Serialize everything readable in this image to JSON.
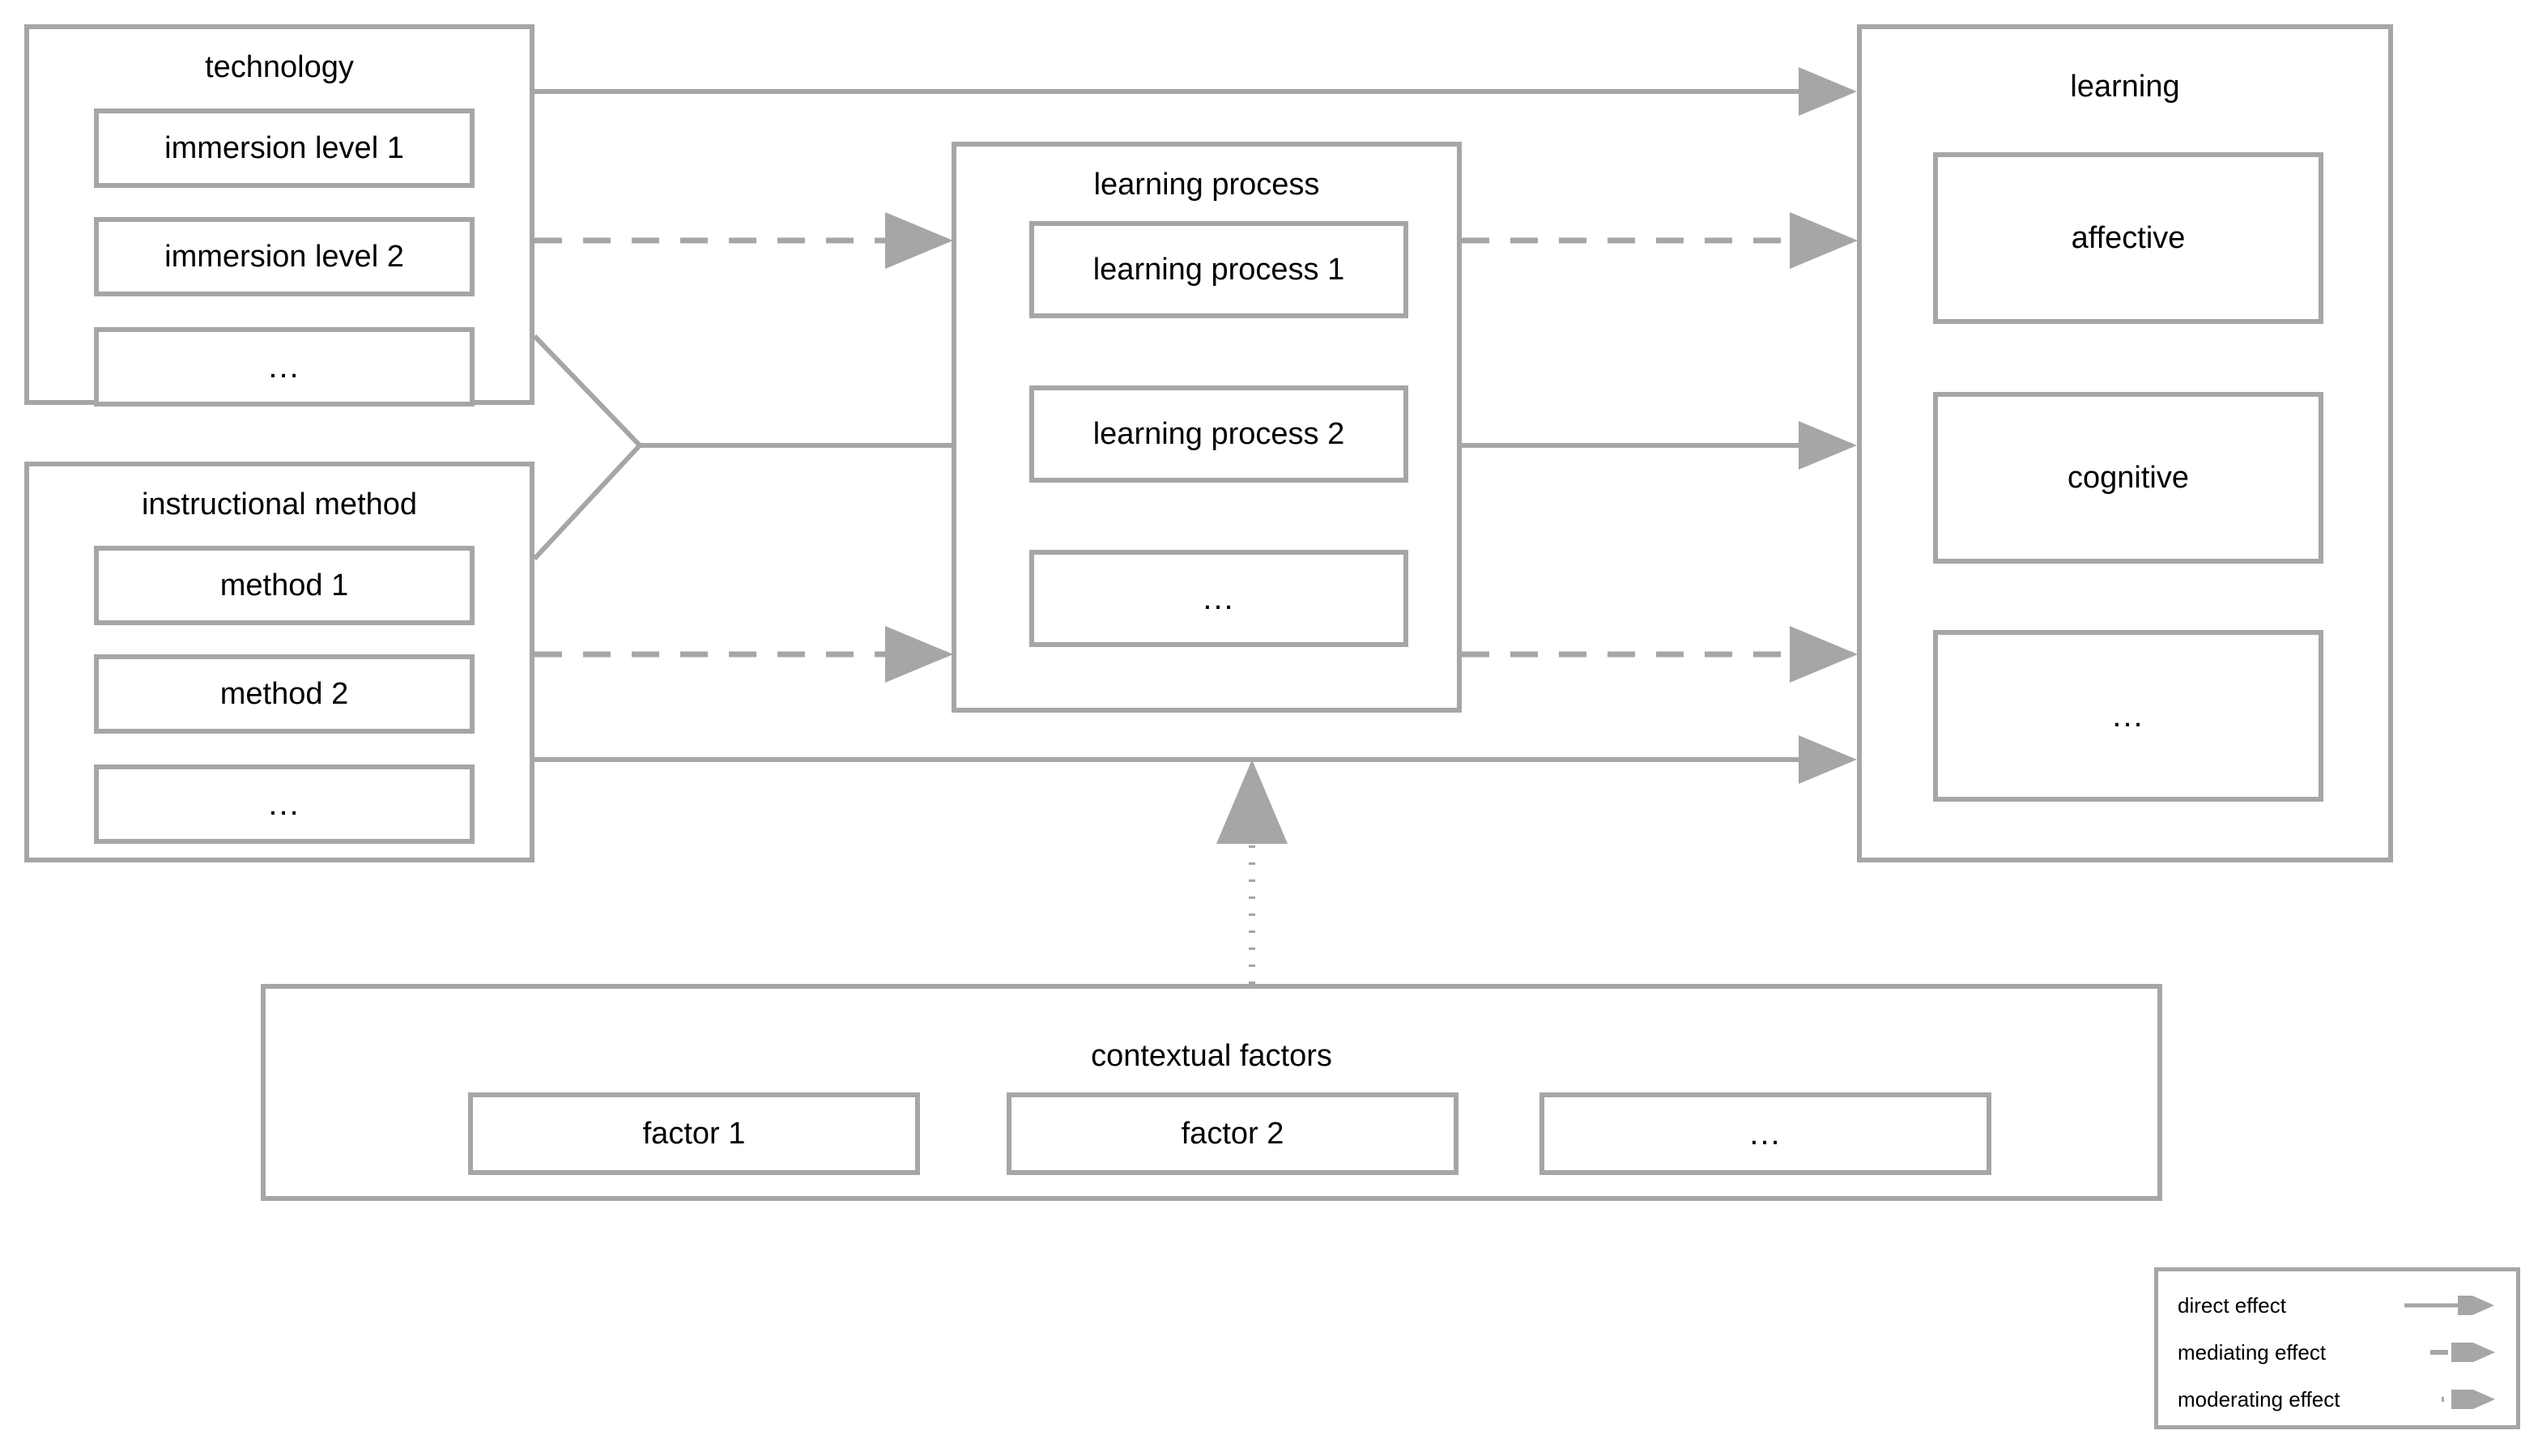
{
  "diagram": {
    "title": "",
    "colors": {
      "stroke": "#a6a6a6",
      "text": "#000000",
      "background": "#ffffff"
    },
    "groups": {
      "technology": {
        "title": "technology",
        "items": [
          {
            "label": "immersion level  1"
          },
          {
            "label": "immersion level 2"
          },
          {
            "label": "..."
          }
        ]
      },
      "instructional_method": {
        "title": "instructional method",
        "items": [
          {
            "label": "method 1"
          },
          {
            "label": "method 2"
          },
          {
            "label": "..."
          }
        ]
      },
      "learning_process": {
        "title": "learning process",
        "items": [
          {
            "label": "learning process 1"
          },
          {
            "label": "learning process 2"
          },
          {
            "label": "..."
          }
        ]
      },
      "learning": {
        "title": "learning",
        "items": [
          {
            "label": "affective"
          },
          {
            "label": "cognitive"
          },
          {
            "label": "..."
          }
        ]
      },
      "contextual_factors": {
        "title": "contextual factors",
        "items": [
          {
            "label": "factor 1"
          },
          {
            "label": "factor 2"
          },
          {
            "label": "..."
          }
        ]
      }
    },
    "legend": {
      "rows": [
        {
          "label": "direct effect",
          "style": "solid"
        },
        {
          "label": "mediating effect",
          "style": "dashed"
        },
        {
          "label": "moderating effect",
          "style": "dotted"
        }
      ]
    },
    "edges": [
      {
        "from": "technology",
        "to": "learning",
        "style": "solid",
        "effect": "direct effect"
      },
      {
        "from": "technology",
        "to": "learning process",
        "style": "dashed",
        "effect": "mediating effect"
      },
      {
        "from": "technology",
        "to": "learning process",
        "style": "solid",
        "effect": "direct effect"
      },
      {
        "from": "instructional method",
        "to": "learning process",
        "style": "solid",
        "effect": "direct effect"
      },
      {
        "from": "instructional method",
        "to": "learning process",
        "style": "dashed",
        "effect": "mediating effect"
      },
      {
        "from": "instructional method",
        "to": "learning",
        "style": "solid",
        "effect": "direct effect"
      },
      {
        "from": "learning process",
        "to": "learning",
        "style": "dashed",
        "effect": "mediating effect"
      },
      {
        "from": "learning process",
        "to": "learning",
        "style": "solid",
        "effect": "direct effect"
      },
      {
        "from": "learning process",
        "to": "learning",
        "style": "dashed",
        "effect": "mediating effect"
      },
      {
        "from": "contextual factors",
        "to": "instructional method -> learning",
        "style": "dotted",
        "effect": "moderating effect"
      }
    ]
  }
}
